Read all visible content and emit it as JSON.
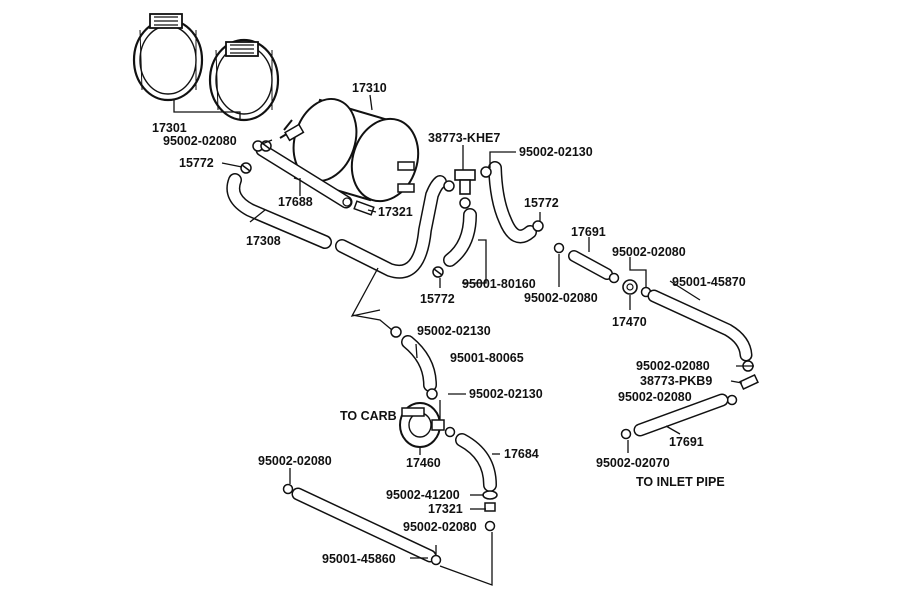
{
  "labels": {
    "p17310": "17310",
    "p17301": "17301",
    "p95002_02080_a": "95002-02080",
    "p15772_a": "15772",
    "p17688": "17688",
    "p17321_a": "17321",
    "p17308": "17308",
    "p38773_khe7": "38773-KHE7",
    "p95002_02130_a": "95002-02130",
    "p15772_b": "15772",
    "p95001_80160": "95001-80160",
    "p15772_c": "15772",
    "p17691_a": "17691",
    "p95002_02080_b": "95002-02080",
    "p95001_45870": "95001-45870",
    "p95002_02080_c": "95002-02080",
    "p17470": "17470",
    "p95002_02130_b": "95002-02130",
    "p95001_80065": "95001-80065",
    "p95002_02130_c": "95002-02130",
    "to_carb": "TO CARB",
    "p17460": "17460",
    "p17684": "17684",
    "p95002_02080_d": "95002-02080",
    "p38773_pkb9": "38773-PKB9",
    "p95002_02080_e": "95002-02080",
    "p17691_b": "17691",
    "p95002_02070": "95002-02070",
    "to_inlet_pipe": "TO INLET PIPE",
    "p95002_02080_f": "95002-02080",
    "p95002_41200": "95002-41200",
    "p17321_b": "17321",
    "p95002_02080_g": "95002-02080",
    "p95001_45860": "95001-45860"
  }
}
